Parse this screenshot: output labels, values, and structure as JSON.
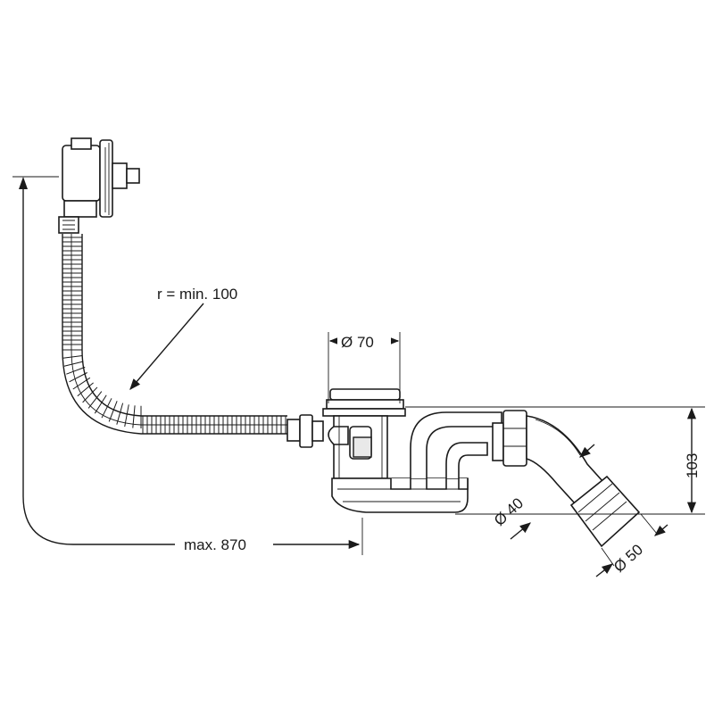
{
  "dimensions": {
    "radius_label": "r = min. 100",
    "drain_diameter_label": "Ø 70",
    "height_label": "103",
    "pipe_inner_label": "Ø 40",
    "pipe_outer_label": "Ø 50",
    "length_label": "max. 870"
  }
}
